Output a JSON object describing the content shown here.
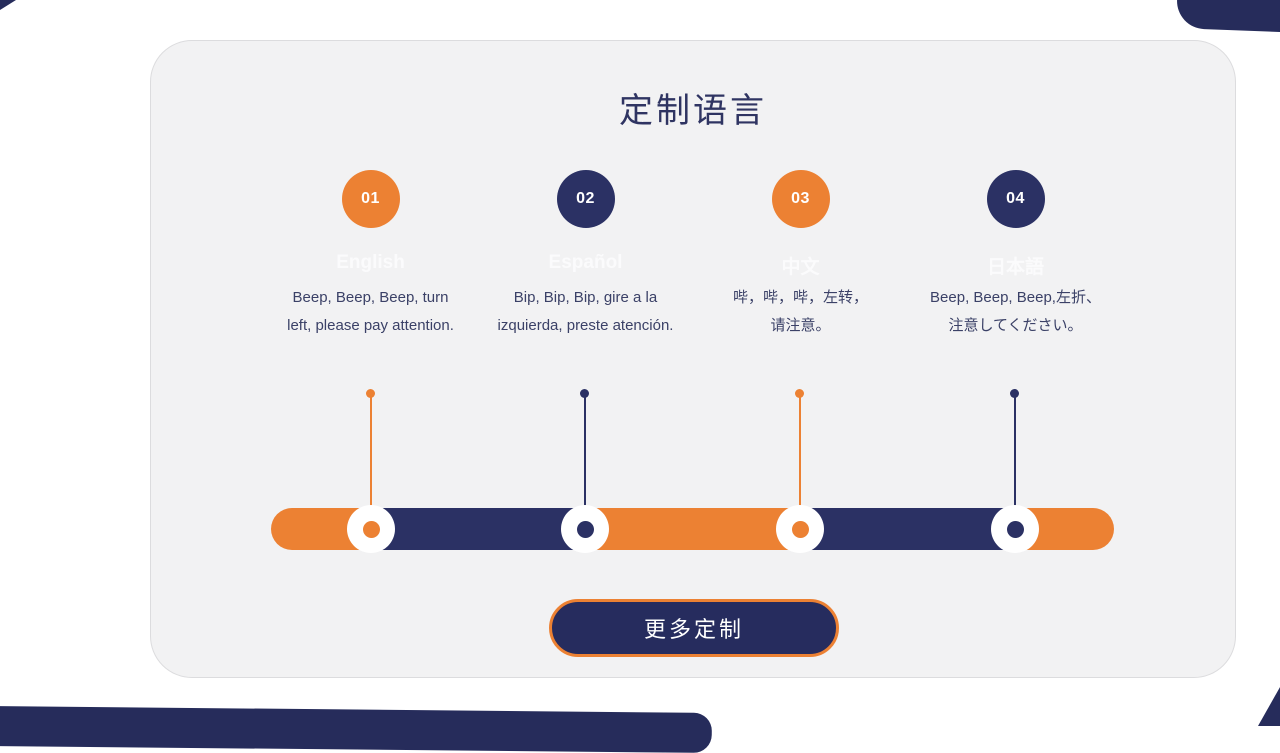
{
  "colors": {
    "page_bg": "#ffffff",
    "card_bg": "#f2f2f3",
    "card_border": "#dcdcde",
    "navy": "#2b3164",
    "orange": "#ec8133",
    "button_navy": "#262c5e",
    "frame_navy": "#262c5b",
    "ghost_text": "#fbfbfc",
    "body_text": "#3b4167",
    "title_text": "#2f3462",
    "white": "#ffffff"
  },
  "header": {
    "title": "定制语言"
  },
  "steps": [
    {
      "number": "01",
      "accent": "orange",
      "language": "English",
      "description_lines": [
        "Beep, Beep, Beep, turn",
        "left, please pay attention."
      ]
    },
    {
      "number": "02",
      "accent": "navy",
      "language": "Español",
      "description_lines": [
        "Bip, Bip, Bip, gire a la",
        "izquierda, preste atención."
      ]
    },
    {
      "number": "03",
      "accent": "orange",
      "language": "中文",
      "description_lines": [
        "哔，哔，哔，左转，",
        "请注意。"
      ]
    },
    {
      "number": "04",
      "accent": "navy",
      "language": "日本語",
      "description_lines": [
        "Beep, Beep, Beep,左折、",
        "注意してください。"
      ]
    }
  ],
  "footer": {
    "more_button_label": "更多定制"
  }
}
